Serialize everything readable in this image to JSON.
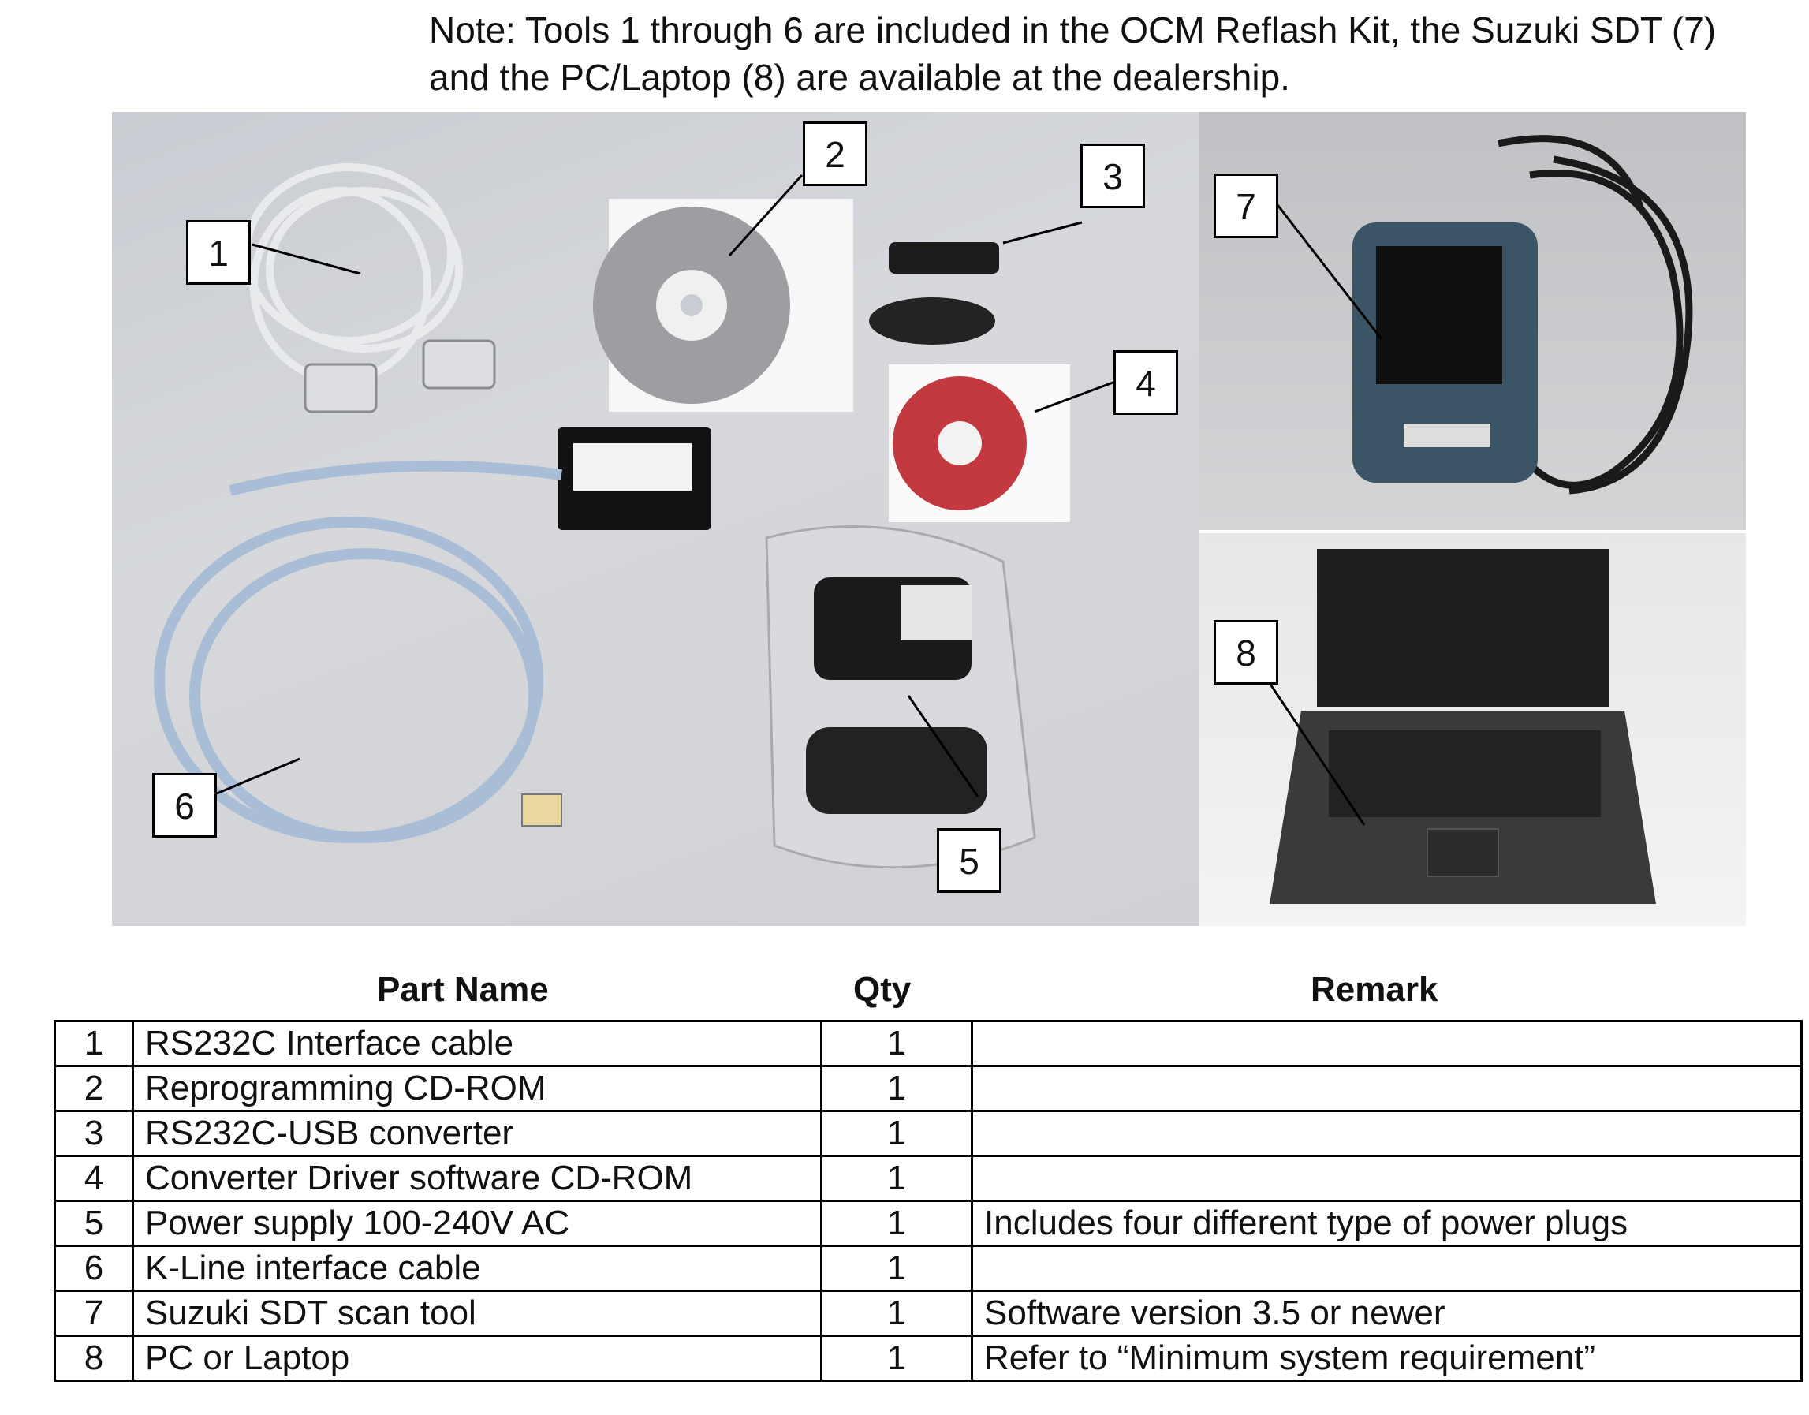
{
  "note": "Note: Tools 1 through 6 are included in the OCM Reflash Kit, the Suzuki SDT (7) and the PC/Laptop (8) are available at the dealership.",
  "callouts": [
    "1",
    "2",
    "3",
    "4",
    "5",
    "6",
    "7",
    "8"
  ],
  "table": {
    "headers": {
      "part_name": "Part Name",
      "qty": "Qty",
      "remark": "Remark"
    },
    "rows": [
      {
        "no": "1",
        "name": "RS232C Interface cable",
        "qty": "1",
        "remark": ""
      },
      {
        "no": "2",
        "name": "Reprogramming CD-ROM",
        "qty": "1",
        "remark": ""
      },
      {
        "no": "3",
        "name": "RS232C-USB converter",
        "qty": "1",
        "remark": ""
      },
      {
        "no": "4",
        "name": "Converter Driver software CD-ROM",
        "qty": "1",
        "remark": ""
      },
      {
        "no": "5",
        "name": "Power supply 100-240V AC",
        "qty": "1",
        "remark": "Includes four different type of power plugs"
      },
      {
        "no": "6",
        "name": "K-Line interface cable",
        "qty": "1",
        "remark": ""
      },
      {
        "no": "7",
        "name": "Suzuki SDT scan tool",
        "qty": "1",
        "remark": "Software version 3.5 or newer"
      },
      {
        "no": "8",
        "name": "PC or Laptop",
        "qty": "1",
        "remark": "Refer to “Minimum system requirement”"
      }
    ]
  }
}
